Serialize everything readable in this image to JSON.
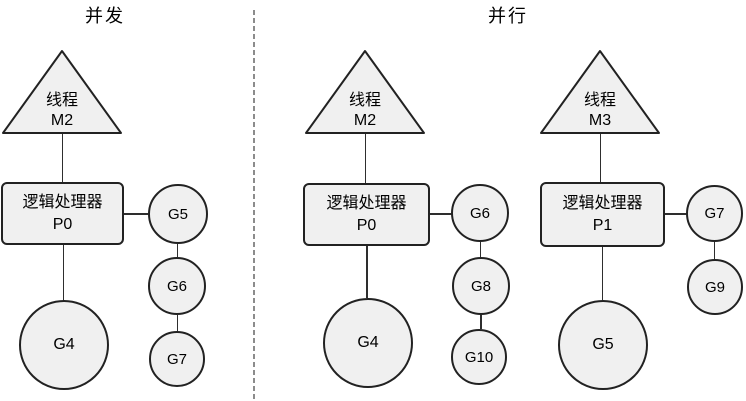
{
  "titles": {
    "left": "并发",
    "right": "并行"
  },
  "groups": [
    {
      "thread_type": "线程",
      "thread_id": "M2",
      "processor_type": "逻辑处理器",
      "processor_id": "P0",
      "running": "G4",
      "queue": [
        "G5",
        "G6",
        "G7"
      ]
    },
    {
      "thread_type": "线程",
      "thread_id": "M2",
      "processor_type": "逻辑处理器",
      "processor_id": "P0",
      "running": "G4",
      "queue": [
        "G6",
        "G8",
        "G10"
      ]
    },
    {
      "thread_type": "线程",
      "thread_id": "M3",
      "processor_type": "逻辑处理器",
      "processor_id": "P1",
      "running": "G5",
      "queue": [
        "G7",
        "G9"
      ]
    }
  ],
  "colors": {
    "background": "#ffffff",
    "shape_fill": "#f0f0f0",
    "shape_stroke": "#222222",
    "connector": "#2e2e2e",
    "divider": "#8c8c8c",
    "text": "#000000"
  }
}
